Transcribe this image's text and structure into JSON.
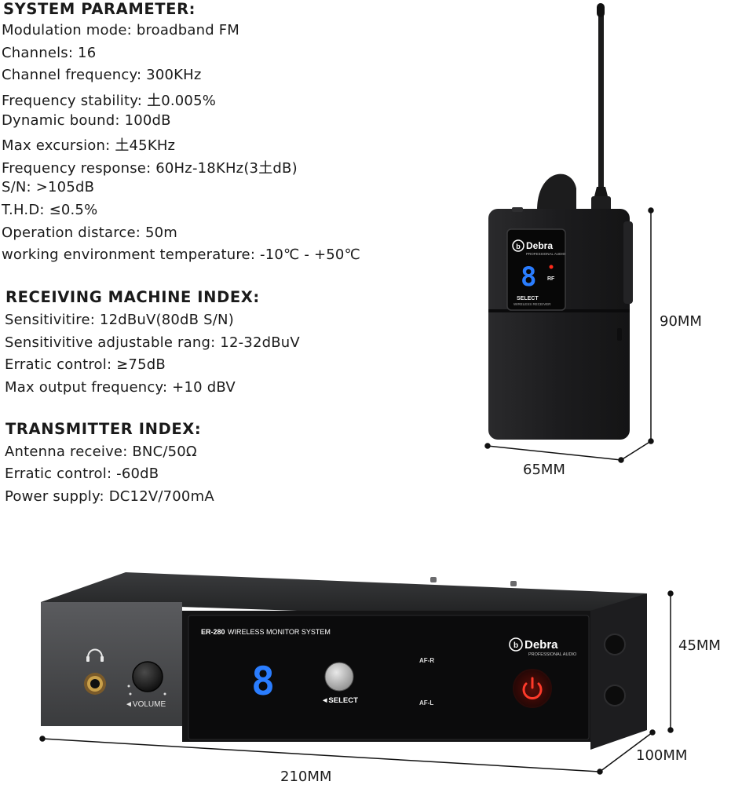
{
  "system": {
    "heading": "SYSTEM PARAMETER:",
    "items": [
      "Modulation mode:  broadband FM",
      "Channels:  16",
      "Channel frequency:  300KHz",
      "Frequency stability:  土0.005%",
      "Dynamic bound:  100dB",
      "Max excursion:  土45KHz",
      "Frequency response:  60Hz-18KHz(3土dB)",
      "S/N:  >105dB",
      "T.H.D:  ≤0.5%",
      "Operation distarce:  50m",
      "working environment temperature:  -10℃ - +50℃"
    ]
  },
  "receiving": {
    "heading": "RECEIVING MACHINE INDEX:",
    "items": [
      "Sensitivitire:  12dBuV(80dB S/N)",
      "Sensitivitive adjustable rang:  12-32dBuV",
      "Erratic control:  ≥75dB",
      "Max output frequency:  +10 dBV"
    ]
  },
  "transmitter": {
    "heading": "TRANSMITTER INDEX:",
    "items": [
      "Antenna receive:  BNC/50Ω",
      "Erratic control:  -60dB",
      "Power supply:  DC12V/700mA"
    ]
  },
  "bodypack": {
    "brand": "Debra",
    "brand_sub": "PROFESSIONAL AUDIO",
    "digit": "8",
    "rf_label": "RF",
    "select_label": "SELECT",
    "select_sub": "WIRELESS RECEIVER",
    "height_dim": "90MM",
    "width_dim": "65MM"
  },
  "rack": {
    "model": "ER-280",
    "model_desc": "WIRELESS MONITOR SYSTEM",
    "brand": "Debra",
    "brand_sub": "PROFESSIONAL AUDIO",
    "digit": "8",
    "select_label": "◄SELECT",
    "afr_label": "AF-R",
    "afl_label": "AF-L",
    "volume_label": "◄VOLUME",
    "height_dim": "45MM",
    "depth_dim": "100MM",
    "width_dim": "210MM"
  },
  "colors": {
    "device_body": "#1f1f21",
    "front_panel": "#121213",
    "side_panel": "#4a4b4e",
    "led_blue": "#2a7dff",
    "power_red": "#ff3a2a"
  }
}
